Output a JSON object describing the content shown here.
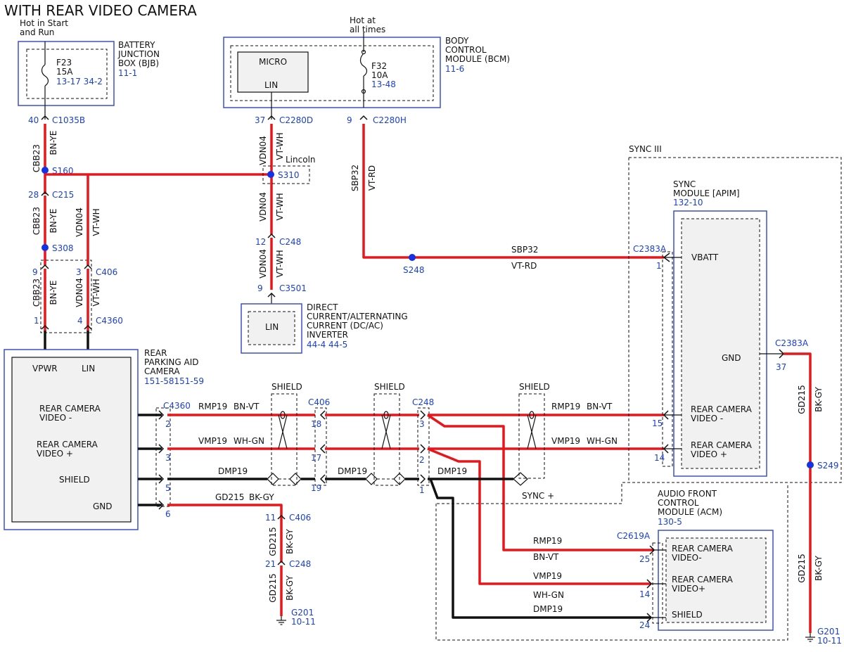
{
  "title": "WITH REAR VIDEO CAMERA",
  "power": {
    "hot_start_run": [
      "Hot in Start",
      "and Run"
    ],
    "hot_all_times": [
      "Hot at",
      "all times"
    ]
  },
  "bjb": {
    "name": [
      "BATTERY",
      "JUNCTION",
      "BOX (BJB)"
    ],
    "ref": "11-1",
    "fuse": "F23",
    "amps": "15A",
    "pages": "13-17 34-2"
  },
  "bcm": {
    "name": [
      "BODY",
      "CONTROL",
      "MODULE (BCM)"
    ],
    "ref": "11-6",
    "micro": "MICRO",
    "lin": "LIN",
    "fuse": "F32",
    "amps": "10A",
    "page": "13-48"
  },
  "connectors": {
    "c1035b": {
      "pin": "40",
      "name": "C1035B"
    },
    "c2280d": {
      "pin": "37",
      "name": "C2280D"
    },
    "c2280h": {
      "pin": "9",
      "name": "C2280H"
    },
    "c215": {
      "pin": "28",
      "name": "C215"
    },
    "c406_left": {
      "pin_a": "9",
      "pin_b": "3",
      "name": "C406"
    },
    "c4360_top": {
      "pin_a": "1",
      "pin_b": "4",
      "name": "C4360"
    },
    "c248_mid": {
      "pin_a": "12",
      "name": "C248"
    },
    "c3501": {
      "pin": "9",
      "name": "C3501"
    },
    "c2383a_top": {
      "pin": "1",
      "name": "C2383A"
    },
    "c2383a_gnd": {
      "pin": "37",
      "name": "C2383A"
    },
    "c4360_video": {
      "name": "C4360",
      "pins": [
        "2",
        "3",
        "5",
        "6"
      ]
    },
    "c406_video": {
      "name": "C406",
      "pins": [
        "18",
        "17",
        "19"
      ]
    },
    "c248_video": {
      "name": "C248",
      "pins": [
        "3",
        "2",
        "1"
      ]
    },
    "c406_gnd": {
      "pin": "11",
      "name": "C406"
    },
    "c248_gnd": {
      "pin": "21",
      "name": "C248"
    },
    "c2619a": {
      "name": "C2619A",
      "pins": [
        "25",
        "14",
        "24"
      ]
    },
    "sync_pins": [
      "15",
      "14"
    ]
  },
  "splices": {
    "s160": "S160",
    "s308": "S308",
    "s310": "S310",
    "s248": "S248",
    "s249": "S249"
  },
  "wires": {
    "cbb23": "CBB23",
    "bn_ye": "BN-YE",
    "vdn04": "VDN04",
    "vt_wh": "VT-WH",
    "sbp32": "SBP32",
    "vt_rd": "VT-RD",
    "rmp19": "RMP19",
    "bn_vt": "BN-VT",
    "vmp19": "VMP19",
    "wh_gn": "WH-GN",
    "dmp19": "DMP19",
    "gd215": "GD215",
    "bk_gy": "BK-GY"
  },
  "lincoln": "Lincoln",
  "inverter": {
    "name": [
      "DIRECT",
      "CURRENT/ALTERNATING",
      "CURRENT (DC/AC)",
      "INVERTER"
    ],
    "ref": "44-4  44-5",
    "lin": "LIN"
  },
  "camera": {
    "name": [
      "REAR",
      "PARKING AID",
      "CAMERA"
    ],
    "ref": "151-58151-59",
    "vpwr": "VPWR",
    "lin": "LIN",
    "video_neg": [
      "REAR CAMERA",
      "VIDEO -"
    ],
    "video_pos": [
      "REAR CAMERA",
      "VIDEO +"
    ],
    "shield": "SHIELD",
    "gnd": "GND"
  },
  "shield_label": "SHIELD",
  "sync_iii": "SYNC III",
  "sync_plus": "SYNC +",
  "sync_module": {
    "name": [
      "SYNC",
      "MODULE [APIM]"
    ],
    "ref": "132-10",
    "vbatt": "VBATT",
    "gnd": "GND",
    "video_neg": [
      "REAR CAMERA",
      "VIDEO -"
    ],
    "video_pos": [
      "REAR CAMERA",
      "VIDEO +"
    ]
  },
  "acm": {
    "name": [
      "AUDIO FRONT",
      "CONTROL",
      "MODULE (ACM)"
    ],
    "ref": "130-5",
    "video_neg": [
      "REAR CAMERA",
      "VIDEO-"
    ],
    "video_pos": [
      "REAR CAMERA",
      "VIDEO+"
    ],
    "shield": "SHIELD"
  },
  "grounds": {
    "g201_left": {
      "name": "G201",
      "ref": "10-11"
    },
    "g201_right": {
      "name": "G201",
      "ref": "10-11"
    }
  }
}
